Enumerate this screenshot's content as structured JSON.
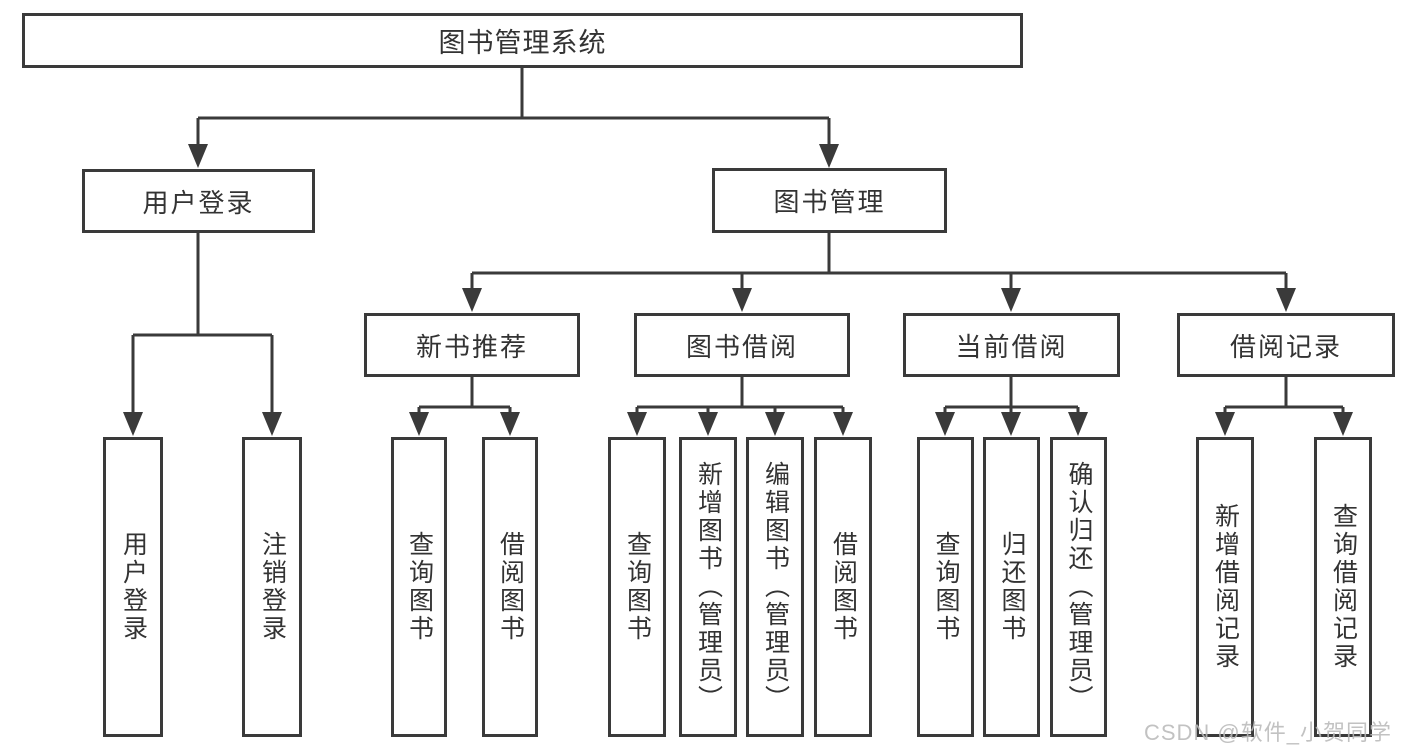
{
  "tree": {
    "label": "图书管理系统",
    "children": [
      {
        "label": "用户登录",
        "children": [
          {
            "label": "用户登录"
          },
          {
            "label": "注销登录"
          }
        ]
      },
      {
        "label": "图书管理",
        "children": [
          {
            "label": "新书推荐",
            "children": [
              {
                "label": "查询图书"
              },
              {
                "label": "借阅图书"
              }
            ]
          },
          {
            "label": "图书借阅",
            "children": [
              {
                "label": "查询图书"
              },
              {
                "label": "新增图书（管理员）"
              },
              {
                "label": "编辑图书（管理员）"
              },
              {
                "label": "借阅图书"
              }
            ]
          },
          {
            "label": "当前借阅",
            "children": [
              {
                "label": "查询图书"
              },
              {
                "label": "归还图书"
              },
              {
                "label": "确认归还（管理员）"
              }
            ]
          },
          {
            "label": "借阅记录",
            "children": [
              {
                "label": "新增借阅记录"
              },
              {
                "label": "查询借阅记录"
              }
            ]
          }
        ]
      }
    ]
  },
  "watermark": {
    "text": "CSDN @软件_小贺同学"
  },
  "colors": {
    "line": "#3a3a3a",
    "text": "#333333",
    "background": "#ffffff",
    "watermark": "#b9b9b9"
  }
}
